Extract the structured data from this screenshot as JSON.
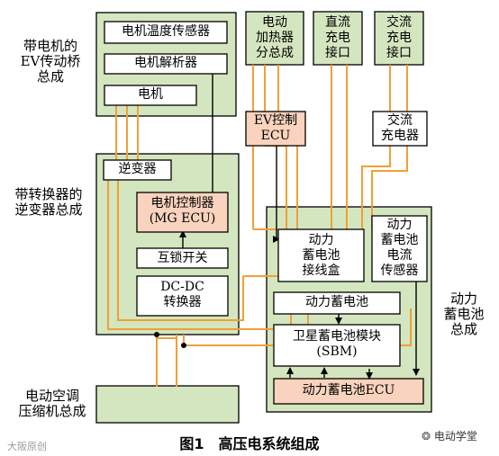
{
  "colors": {
    "group_fill": "#d4e6bf",
    "box_fill": "#ffffff",
    "ecu_fill": "#f9d3bd",
    "hv_line": "#f0a035",
    "signal_line": "#000000"
  },
  "groups": {
    "drive_axle": "带电机的\nEV传动桥\n总成",
    "inverter": "带转换器的\n逆变器总成",
    "battery": "动力\n蓄电池\n总成",
    "compressor": "电动空调\n压缩机总成"
  },
  "boxes": {
    "motor_temp_sensor": "电机温度传感器",
    "motor_resolver": "电机解析器",
    "motor": "电机",
    "electric_heater": "电动\n加热器\n分总成",
    "dc_charge_port": "直流\n充电\n接口",
    "ac_charge_port": "交流\n充电\n接口",
    "ev_ecu": "EV控制\nECU",
    "ac_charger": "交流\n充电器",
    "inverter_unit": "逆变器",
    "mg_ecu": "电机控制器\n(MG ECU)",
    "interlock_switch": "互锁开关",
    "dcdc": "DC-DC\n转换器",
    "junction_box": "动力\n蓄电池\n接线盒",
    "current_sensor": "动力\n蓄电池\n电流\n传感器",
    "battery_pack": "动力蓄电池",
    "sbm": "卫星蓄电池模块\n(SBM)",
    "battery_ecu": "动力蓄电池ECU"
  },
  "caption": "图1　高压电系统组成",
  "watermarks": {
    "left": "大阪原创",
    "right": "电动学堂"
  }
}
